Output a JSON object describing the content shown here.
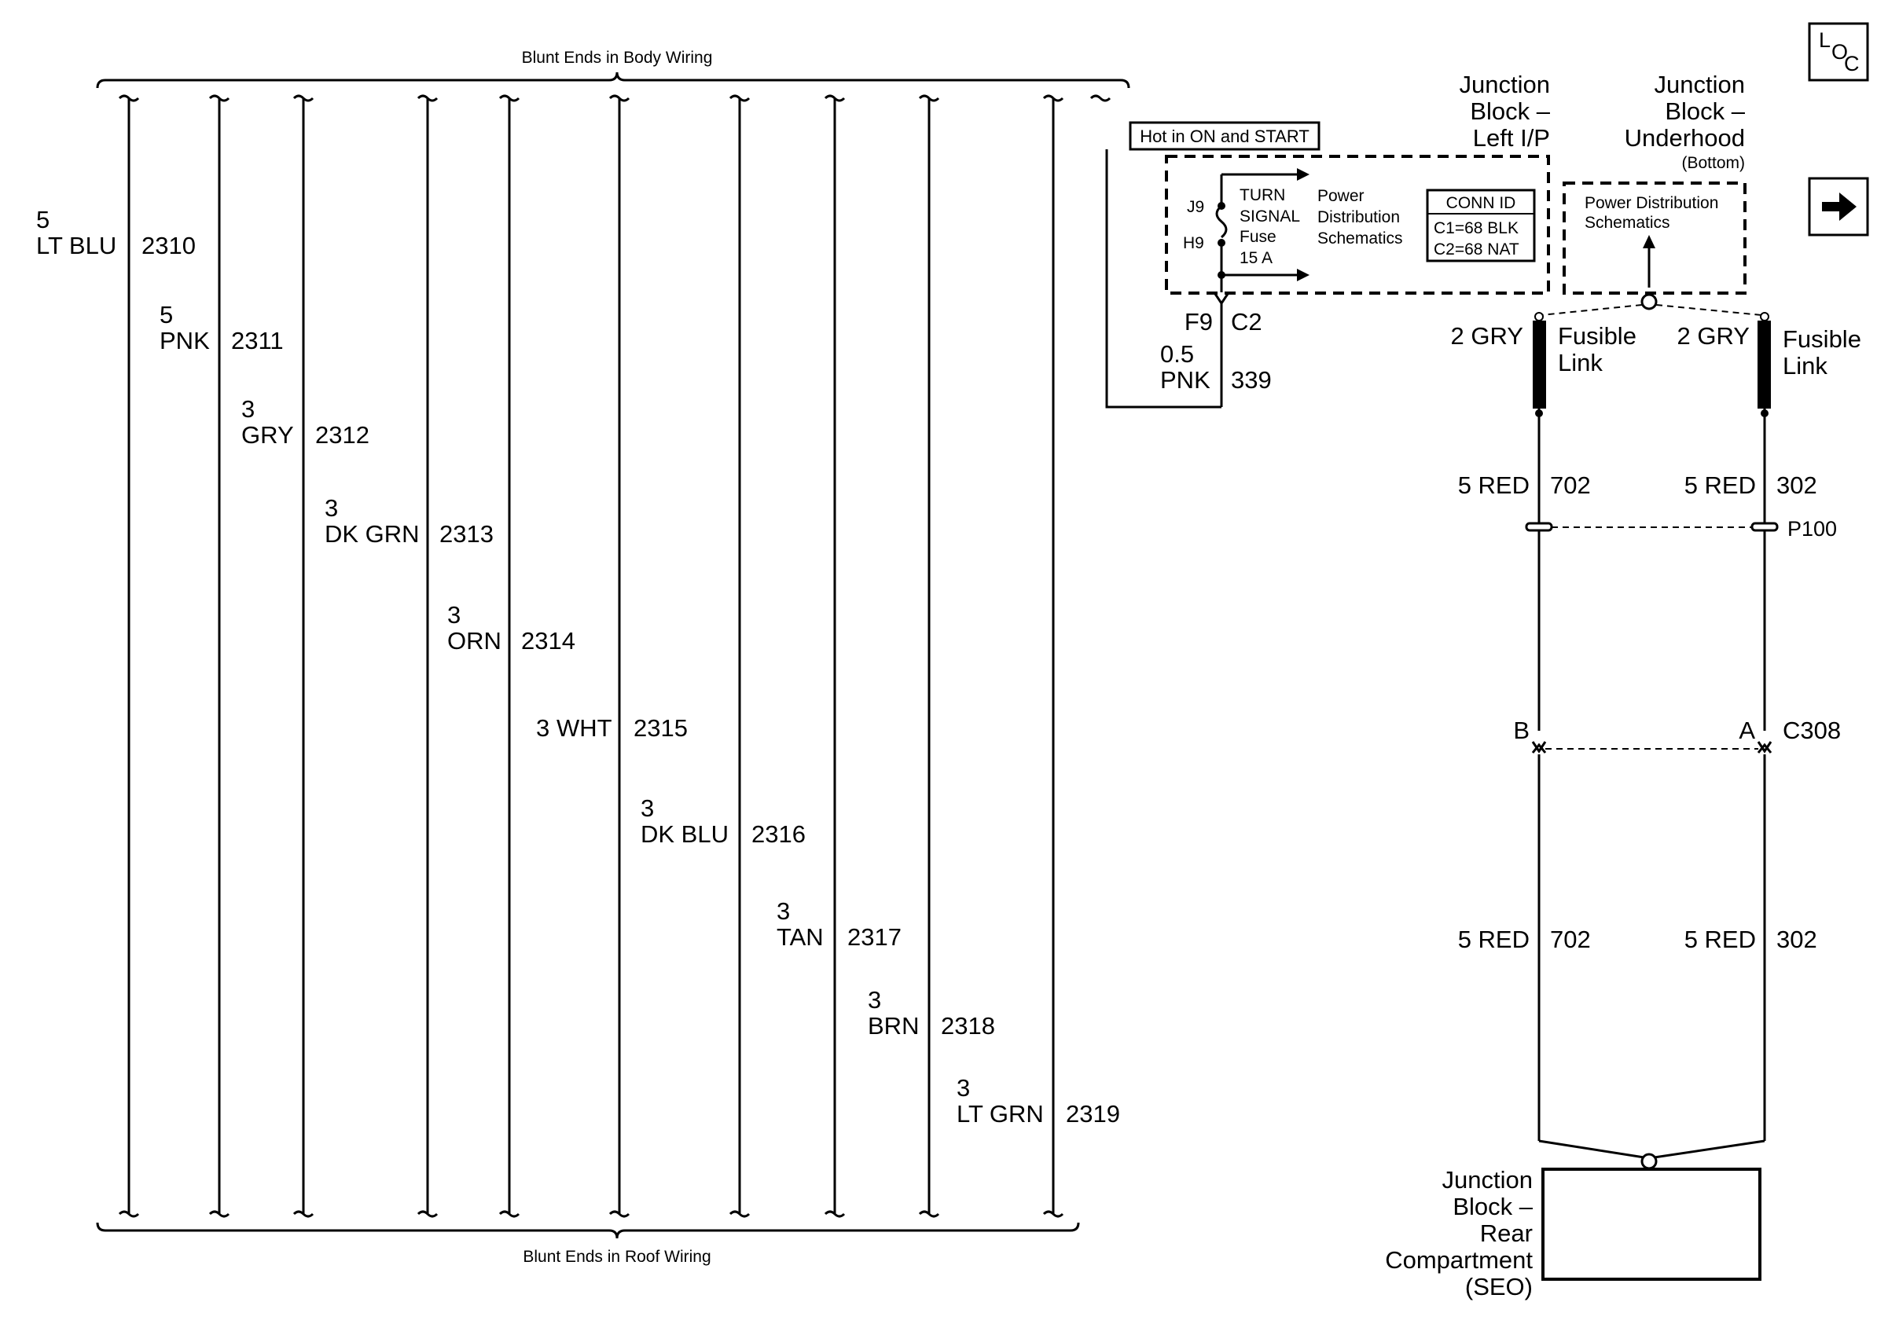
{
  "top_label": "Blunt Ends in Body Wiring",
  "bottom_label": "Blunt Ends in Roof Wiring",
  "loc_button": {
    "l": "L",
    "o": "O",
    "c": "C"
  },
  "next_icon": "arrow-right-icon",
  "body_wires": [
    {
      "gauge": "5",
      "color": "LT BLU",
      "circuit": "2310"
    },
    {
      "gauge": "5",
      "color": "PNK",
      "circuit": "2311"
    },
    {
      "gauge": "3",
      "color": "GRY",
      "circuit": "2312"
    },
    {
      "gauge": "3",
      "color": "DK GRN",
      "circuit": "2313"
    },
    {
      "gauge": "3",
      "color": "ORN",
      "circuit": "2314"
    },
    {
      "gauge": "3",
      "color": "WHT",
      "circuit": "2315"
    },
    {
      "gauge": "3",
      "color": "DK BLU",
      "circuit": "2316"
    },
    {
      "gauge": "3",
      "color": "TAN",
      "circuit": "2317"
    },
    {
      "gauge": "3",
      "color": "BRN",
      "circuit": "2318"
    },
    {
      "gauge": "3",
      "color": "LT GRN",
      "circuit": "2319"
    }
  ],
  "hot_label": "Hot in ON and START",
  "jb_left": {
    "line1": "Junction",
    "line2": "Block –",
    "line3": "Left I/P"
  },
  "fuse": {
    "pin_top": "J9",
    "pin_bottom": "H9",
    "line1": "TURN",
    "line2": "SIGNAL",
    "line3": "Fuse",
    "line4": "15 A"
  },
  "pds_left": {
    "line1": "Power",
    "line2": "Distribution",
    "line3": "Schematics"
  },
  "conn_id": {
    "title": "CONN ID",
    "c1": "C1=68 BLK",
    "c2": "C2=68 NAT"
  },
  "f9_pin": "F9",
  "f9_conn": "C2",
  "wire_339": {
    "gauge": "0.5",
    "color": "PNK",
    "circuit": "339"
  },
  "jb_underhood": {
    "line1": "Junction",
    "line2": "Block –",
    "line3": "Underhood",
    "line4": "(Bottom)"
  },
  "pds_right": {
    "line1": "Power Distribution",
    "line2": "Schematics"
  },
  "fusible_links": [
    {
      "wire": "2 GRY",
      "line1": "Fusible",
      "line2": "Link"
    },
    {
      "wire": "2 GRY",
      "line1": "Fusible",
      "line2": "Link"
    }
  ],
  "red_wires_upper": [
    {
      "label": "5 RED",
      "circuit": "702"
    },
    {
      "label": "5 RED",
      "circuit": "302"
    }
  ],
  "red_wires_lower": [
    {
      "label": "5 RED",
      "circuit": "702"
    },
    {
      "label": "5 RED",
      "circuit": "302"
    }
  ],
  "p100": "P100",
  "c308": {
    "pin_left": "B",
    "pin_right": "A",
    "name": "C308"
  },
  "jb_rear": {
    "line1": "Junction",
    "line2": "Block –",
    "line3": "Rear",
    "line4": "Compartment",
    "line5": "(SEO)"
  }
}
